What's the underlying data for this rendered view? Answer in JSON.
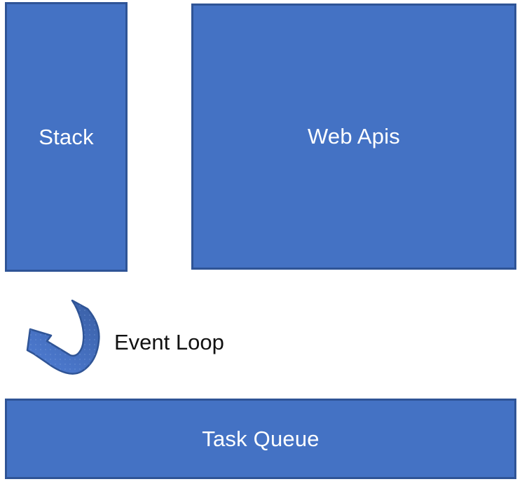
{
  "diagram": {
    "boxes": [
      {
        "id": "stack",
        "label": "Stack"
      },
      {
        "id": "web-apis",
        "label": "Web Apis"
      },
      {
        "id": "task-queue",
        "label": "Task Queue"
      }
    ],
    "arrow": {
      "label": "Event Loop",
      "icon": "curved-arrow-up-left"
    },
    "colors": {
      "background": "#FFFFFF",
      "box_fill": "#4472C4",
      "box_border": "#2F5496",
      "box_text": "#FFFFFF",
      "label_text": "#111111",
      "arrow_fill_dark": "#3B61A8",
      "arrow_fill_light": "#4C79CE",
      "arrow_texture_dot": "#7FA3DC"
    }
  }
}
